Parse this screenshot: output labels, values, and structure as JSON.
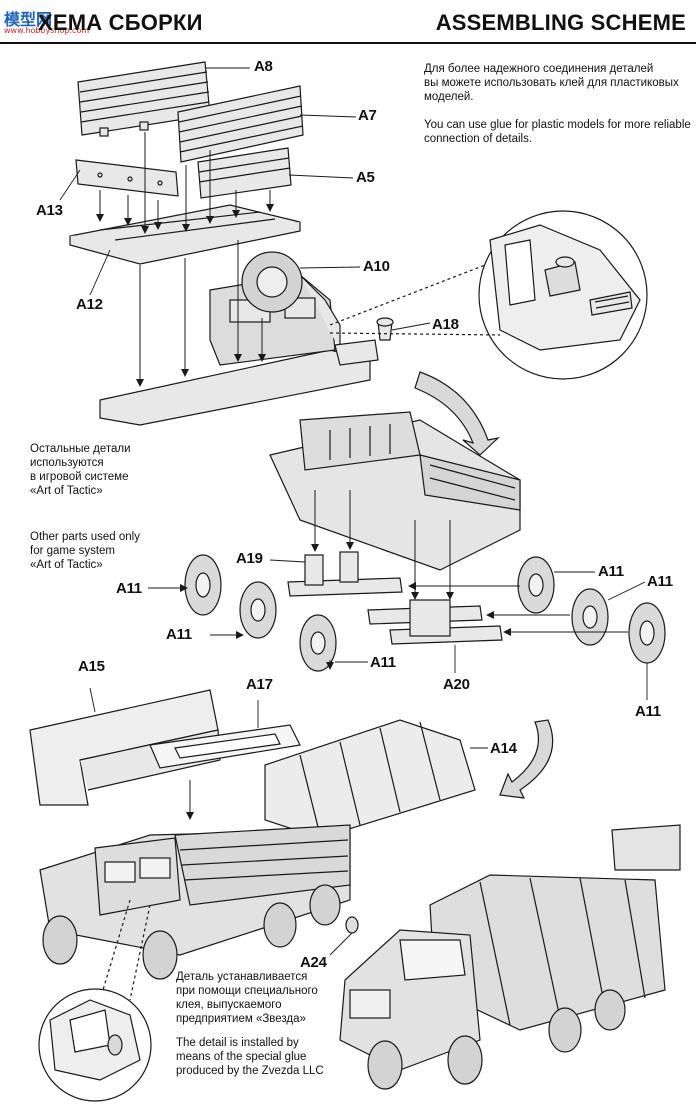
{
  "header": {
    "title_ru": "ХЕМА СБОРКИ",
    "title_en": "ASSEMBLING SCHEME",
    "logo_text": "模型网",
    "logo_url": "www.hobbyshop.com"
  },
  "notes": {
    "glue_ru": [
      "Для более надежного соединения деталей",
      "вы можете использовать клей для пластиковых",
      "моделей."
    ],
    "glue_en": [
      "You can use glue for plastic models for more reliable",
      "connection of details."
    ],
    "other_parts_ru": [
      "Остальные детали",
      "используются",
      "в игровой системе",
      "«Art of Tactic»"
    ],
    "other_parts_en": [
      "Other parts used only",
      "for game system",
      "«Art of Tactic»"
    ],
    "special_glue_ru": [
      "Деталь устанавливается",
      "при помощи специального",
      "клея, выпускаемого",
      "предприятием «Звезда»"
    ],
    "special_glue_en": [
      "The detail is installed by",
      "means of the special glue",
      "produced by the Zvezda LLC"
    ]
  },
  "labels": {
    "a8": "A8",
    "a7": "A7",
    "a5": "A5",
    "a13": "A13",
    "a12": "A12",
    "a10": "A10",
    "a18": "A18",
    "a19": "A19",
    "a11_1": "A11",
    "a11_2": "A11",
    "a11_3": "A11",
    "a11_4": "A11",
    "a11_5": "A11",
    "a11_6": "A11",
    "a20": "A20",
    "a15": "A15",
    "a17": "A17",
    "a14": "A14",
    "a24": "A24"
  },
  "colors": {
    "line": "#1a1a1a",
    "part_fill": "#e8e8e8",
    "part_shade": "#c9c9c9",
    "arrow_fill": "#d9d9d9"
  }
}
